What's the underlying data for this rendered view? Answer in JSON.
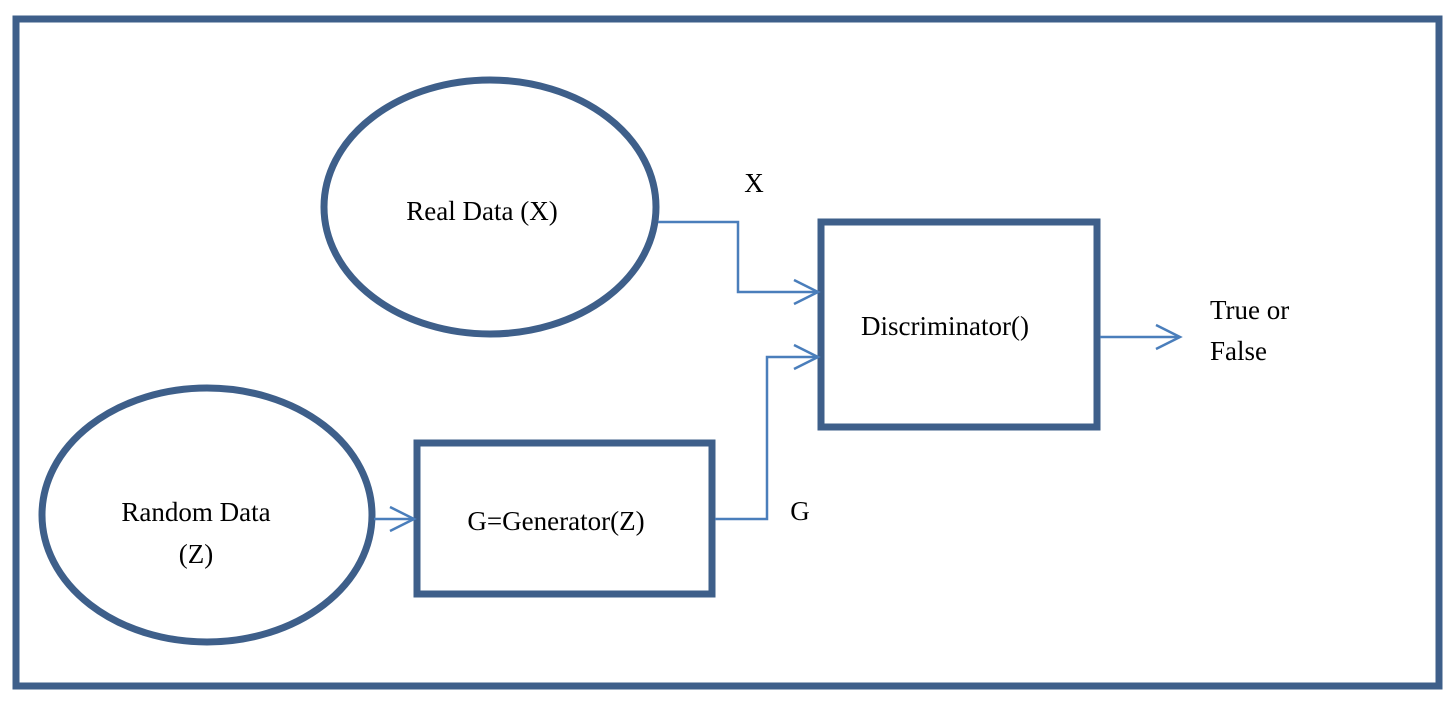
{
  "colors": {
    "border": "#3E5F8A",
    "node_stroke": "#3E5F8A",
    "arrow": "#4A7EBB",
    "text": "#000000",
    "background": "#FFFFFF"
  },
  "nodes": {
    "real_data": {
      "label": "Real Data (X)"
    },
    "random_data": {
      "line1": "Random Data",
      "line2": "(Z)"
    },
    "generator": {
      "label": "G=Generator(Z)"
    },
    "discriminator": {
      "label": "Discriminator()"
    }
  },
  "edge_labels": {
    "x": "X",
    "g": "G"
  },
  "output": {
    "line1": "True or",
    "line2": "False"
  }
}
